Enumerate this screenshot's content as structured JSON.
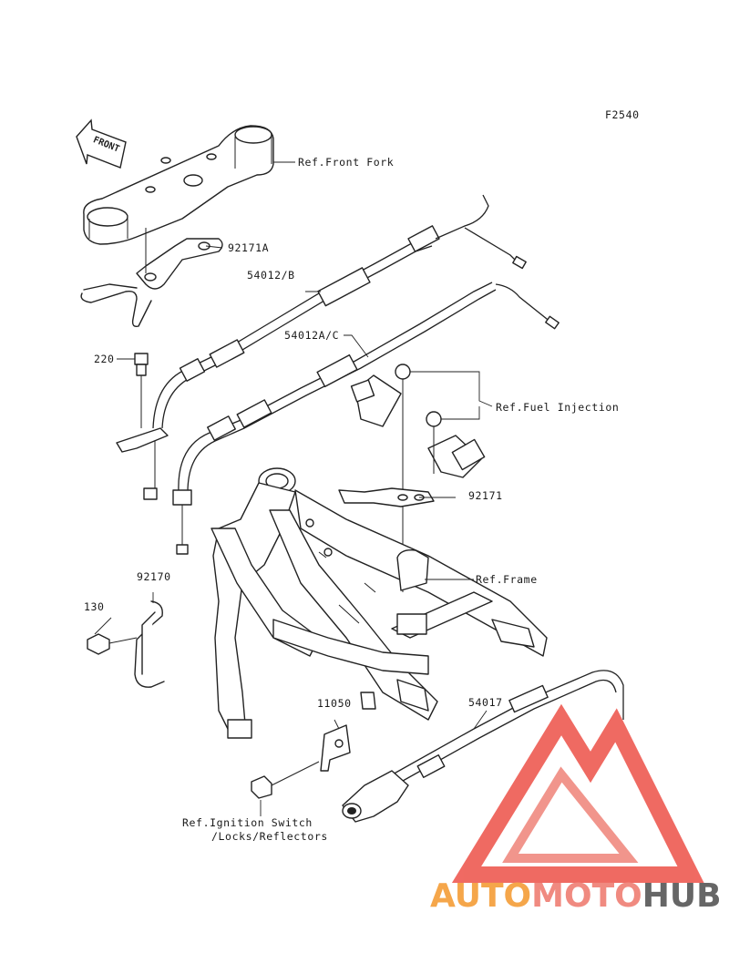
{
  "figure_code": "F2540",
  "front_arrow_text": "FRONT",
  "callouts": {
    "ref_front_fork": "Ref.Front Fork",
    "part_92171A": "92171A",
    "part_54012B": "54012/B",
    "part_54012AC": "54012A/C",
    "part_220": "220",
    "ref_fuel_injection": "Ref.Fuel Injection",
    "part_92171": "92171",
    "ref_frame": "Ref.Frame",
    "part_92170": "92170",
    "part_130": "130",
    "part_11050": "11050",
    "part_54017": "54017",
    "ref_ignition_line1": "Ref.Ignition Switch",
    "ref_ignition_line2": "/Locks/Reflectors"
  },
  "watermark": {
    "part1": "AUTO",
    "part2": "MOTO",
    "part3": "HUB",
    "colors": {
      "auto": "#f5a64a",
      "moto": "#f08a80",
      "hub": "#666666",
      "emblem": "#ee5a52"
    }
  }
}
